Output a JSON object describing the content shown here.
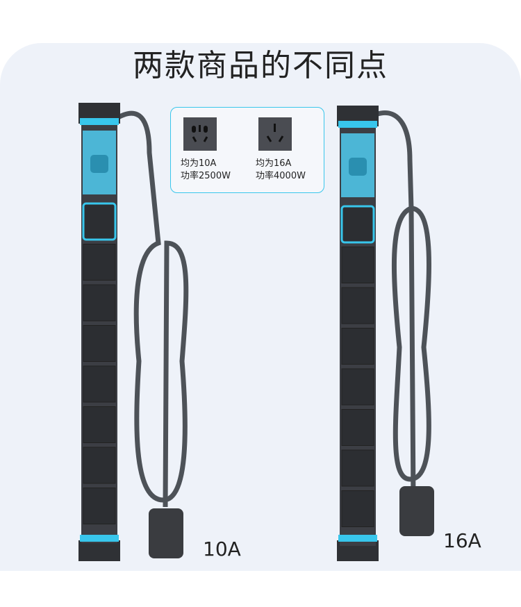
{
  "title": "两款商品的不同点",
  "comparison": [
    {
      "current": "均为10A",
      "power": "功率2500W"
    },
    {
      "current": "均为16A",
      "power": "功率4000W"
    }
  ],
  "products": [
    {
      "rating_label": "10A",
      "outlets": 8
    },
    {
      "rating_label": "16A",
      "outlets": 8
    }
  ],
  "colors": {
    "accent": "#38c6ec",
    "strip": "#3c3e44",
    "switch_panel": "#4cb6d6"
  }
}
